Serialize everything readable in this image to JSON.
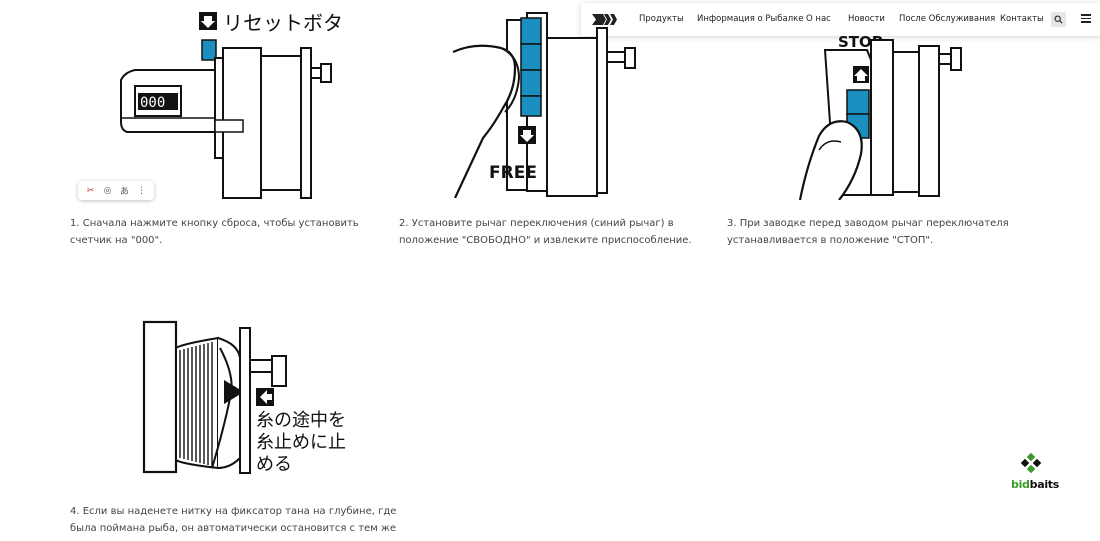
{
  "nav": {
    "items": [
      "Продукты",
      "Информация о Рыбалке",
      "О нас",
      "Новости",
      "После Обслуживания",
      "Контакты"
    ]
  },
  "steps": [
    {
      "caption_line1": "1.  Сначала нажмите кнопку сброса, чтобы установить",
      "caption_line2": "счетчик на \"000\".",
      "label": "リセットボタン",
      "counter": "000"
    },
    {
      "caption_line1": "2.  Установите рычаг переключения (синий рычаг) в",
      "caption_line2": "положение \"СВОБОДНО\" и извлеките приспособление.",
      "label": "FREE"
    },
    {
      "caption_line1": "3.  При заводке перед заводом рычаг переключателя",
      "caption_line2": "устанавливается в положение \"СТОП\".",
      "label": "STOP"
    },
    {
      "caption_line1": "4.  Если вы наденете нитку на фиксатор тана на глубине, где",
      "caption_line2": "была поймана рыба, он автоматически остановится с тем же",
      "label_line1": "糸の途中を",
      "label_line2": "糸止めに止",
      "label_line3": "める"
    }
  ],
  "toolbar": {
    "translate_glyph": "あ"
  },
  "watermark": {
    "part1": "bid",
    "part2": "baits"
  },
  "colors": {
    "accent_blue": "#1a8fc0",
    "line": "#111111"
  }
}
